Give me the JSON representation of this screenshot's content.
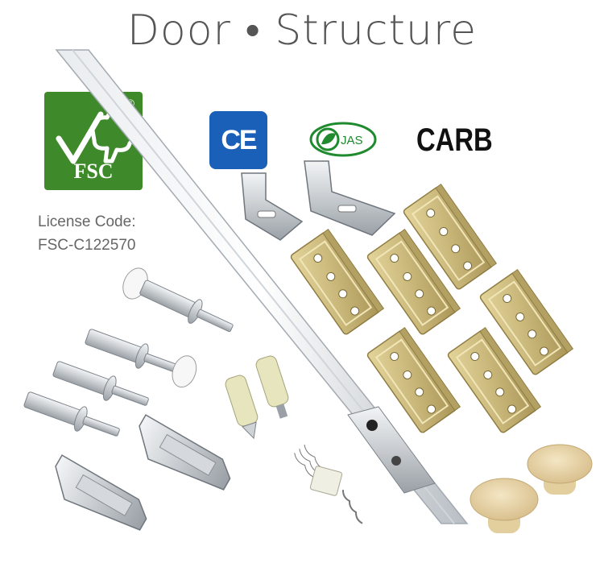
{
  "title": "Door • Structure",
  "certifications": {
    "fsc_label": "FSC",
    "fsc_copyright": "©",
    "license_line1": "License Code:",
    "license_line2": "FSC-C122570",
    "ce_label": "CE",
    "jas_label": "JAS",
    "carb_label": "CARB"
  },
  "icons": [
    "fsc-tree-icon",
    "ce-mark-icon",
    "jas-leaf-icon"
  ],
  "colors": {
    "fsc_green": "#3e8a2a",
    "ce_blue": "#1a5fb8",
    "jas_green": "#1f8a2e",
    "brass": "#c9b77a",
    "steel": "#c8ccd0"
  }
}
